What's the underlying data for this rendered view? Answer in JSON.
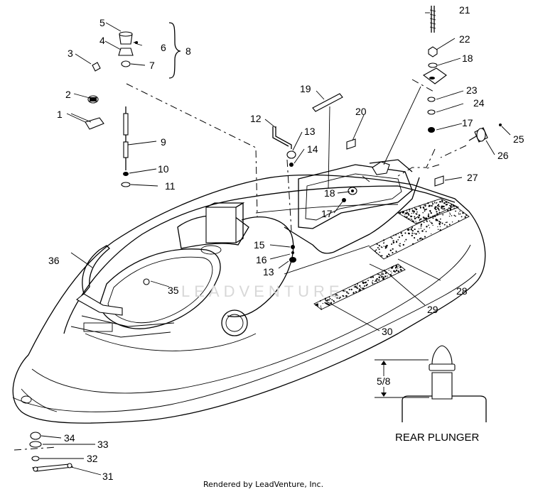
{
  "callouts": {
    "c1": "1",
    "c2": "2",
    "c3": "3",
    "c4": "4",
    "c5": "5",
    "c6": "6",
    "c7": "7",
    "c8": "8",
    "c9": "9",
    "c10": "10",
    "c11": "11",
    "c12": "12",
    "c13a": "13",
    "c13b": "13",
    "c14": "14",
    "c15": "15",
    "c16": "16",
    "c17a": "17",
    "c17b": "17",
    "c18a": "18",
    "c18b": "18",
    "c19": "19",
    "c20": "20",
    "c21": "21",
    "c22": "22",
    "c23": "23",
    "c24": "24",
    "c25": "25",
    "c26": "26",
    "c27": "27",
    "c28": "28",
    "c29": "29",
    "c30": "30",
    "c31": "31",
    "c32": "32",
    "c33": "33",
    "c34": "34",
    "c35": "35",
    "c36": "36"
  },
  "detail": {
    "dimension": "5/8",
    "caption": "REAR PLUNGER"
  },
  "watermark": "LEADVENTURE",
  "footer": "Rendered by LeadVenture, Inc."
}
